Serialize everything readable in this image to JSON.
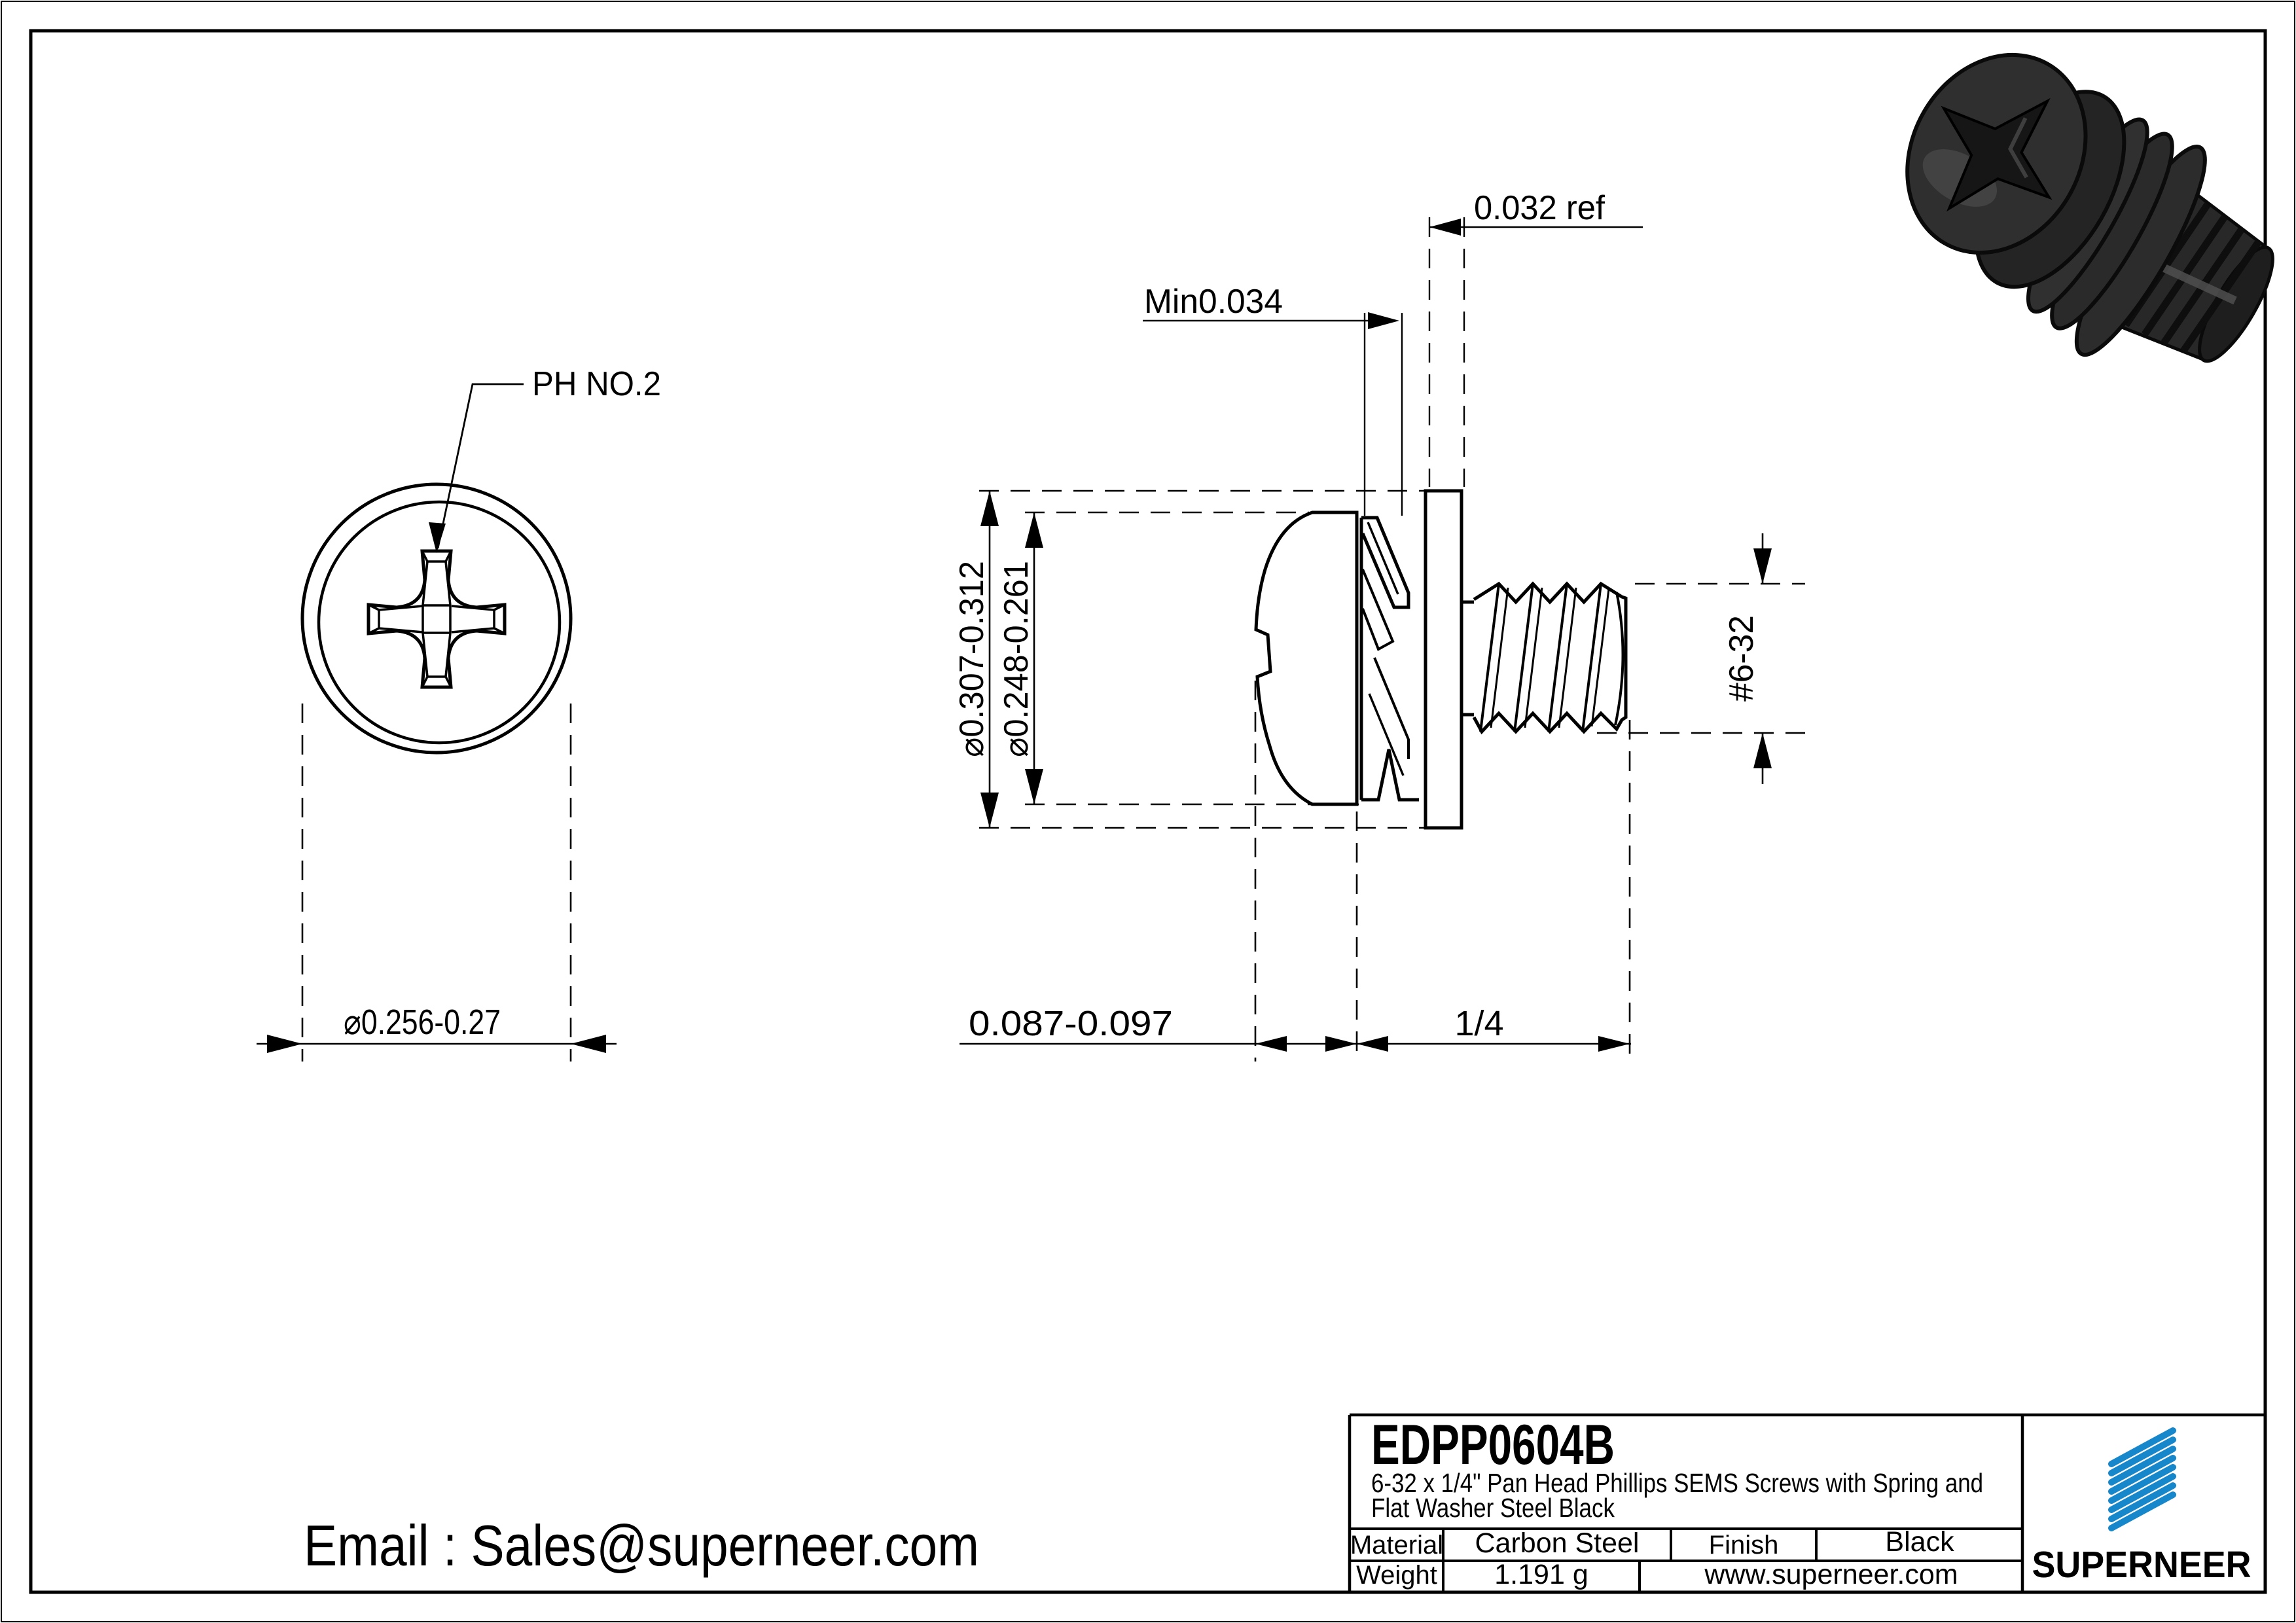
{
  "drawing": {
    "front_view": {
      "callout": "PH NO.2",
      "diameter": "⌀0.256-0.27"
    },
    "side_view": {
      "washer_od": "⌀0.307-0.312",
      "head_od": "⌀0.248-0.261",
      "spring_min": "Min0.034",
      "flat_washer_ref": "0.032 ref",
      "thread": "#6-32",
      "head_height": "0.087-0.097",
      "length": "1/4"
    },
    "email": "Email : Sales@superneer.com"
  },
  "title_block": {
    "part_number": "EDPP0604B",
    "description_line1": "6-32 x 1/4\" Pan Head Phillips SEMS Screws with Spring and",
    "description_line2": "Flat Washer Steel Black",
    "material_label": "Material",
    "material_value": "Carbon Steel",
    "finish_label": "Finish",
    "finish_value": "Black",
    "weight_label": "Weight",
    "weight_value": "1.191 g",
    "website": "www.superneer.com",
    "brand": "SUPERNEER"
  },
  "colors": {
    "line": "#000000",
    "link_blue": "#2a7fd6",
    "logo_blue": "#1787cb",
    "render_dark": "#2b2b2b"
  }
}
